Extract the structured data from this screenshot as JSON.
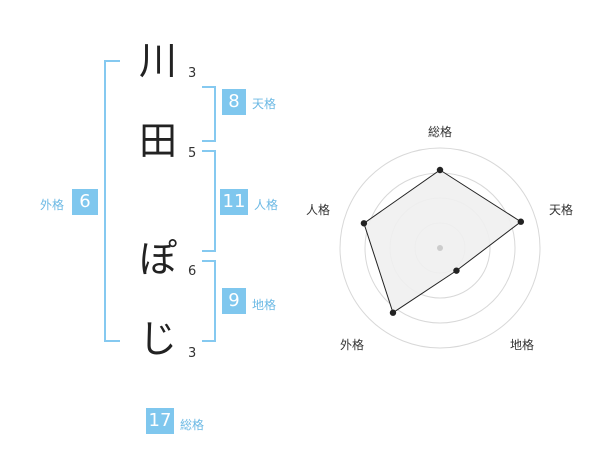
{
  "name_chars": [
    {
      "char": "川",
      "strokes": "3"
    },
    {
      "char": "田",
      "strokes": "5"
    },
    {
      "char": "ぽ",
      "strokes": "6"
    },
    {
      "char": "じ",
      "strokes": "3"
    }
  ],
  "scores": {
    "tenkaku": {
      "value": "8",
      "label": "天格"
    },
    "jinkaku": {
      "value": "11",
      "label": "人格"
    },
    "chikaku": {
      "value": "9",
      "label": "地格"
    },
    "gaikaku": {
      "value": "6",
      "label": "外格"
    },
    "soukaku": {
      "value": "17",
      "label": "総格"
    }
  },
  "chart_data": {
    "type": "radar",
    "axes": [
      "総格",
      "天格",
      "地格",
      "外格",
      "人格"
    ],
    "values": [
      0.78,
      0.85,
      0.28,
      0.8,
      0.8
    ],
    "range": [
      0,
      1
    ],
    "rings": 4,
    "colors": {
      "stroke": "#222222",
      "fill": "#efefef",
      "ring": "#d8d8d8",
      "center": "#cccccc"
    }
  }
}
